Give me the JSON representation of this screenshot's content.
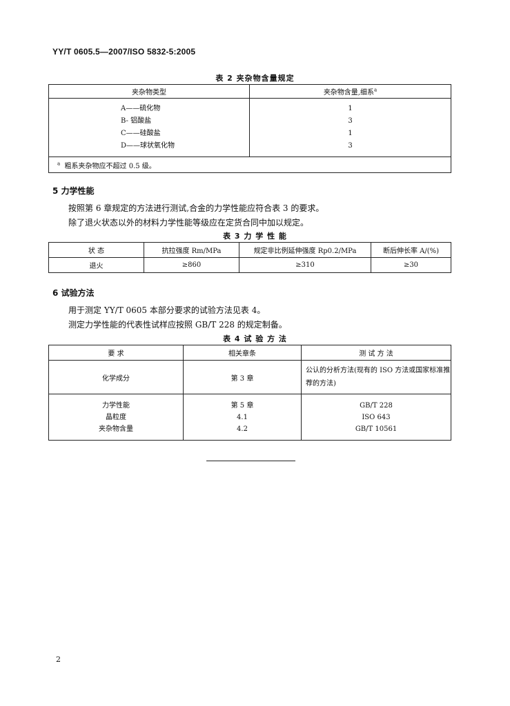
{
  "header": "YY/T 0605.5—2007/ISO 5832-5:2005",
  "table2": {
    "caption": "表 2   夹杂物含量规定",
    "col1": "夹杂物类型",
    "col2": "夹杂物含量,细系",
    "col2_note_mark": "a",
    "rows": [
      {
        "type": "A——硫化物",
        "value": "1"
      },
      {
        "type": "B-   铝酸盐",
        "value": "3"
      },
      {
        "type": "C——硅酸盐",
        "value": "1"
      },
      {
        "type": "D——球状氧化物",
        "value": "3"
      }
    ],
    "footnote_mark": "a",
    "footnote": "粗系夹杂物应不超过 0.5 级。"
  },
  "section5": {
    "heading": "5   力学性能",
    "p1": "按照第 6 章规定的方法进行测试,合金的力学性能应符合表 3 的要求。",
    "p2": "除了退火状态以外的材料力学性能等级应在定货合同中加以规定。"
  },
  "table3": {
    "caption": "表 3   力 学 性 能",
    "headers": [
      "状        态",
      "抗拉强度 Rm/MPa",
      "规定非比例延伸强度 Rp0.2/MPa",
      "断后伸长率 A/(%)"
    ],
    "row": [
      "退火",
      "≥860",
      "≥310",
      "≥30"
    ]
  },
  "section6": {
    "heading": "6   试验方法",
    "p1": "用于测定 YY/T 0605 本部分要求的试验方法见表 4。",
    "p2": "测定力学性能的代表性试样应按照 GB/T 228 的规定制备。"
  },
  "table4": {
    "caption": "表 4   试 验 方 法",
    "headers": [
      "要        求",
      "相关章条",
      "测 试 方 法"
    ],
    "row1": [
      "化学成分",
      "第 3 章",
      "公认的分析方法(现有的 ISO 方法或国家标准推荐的方法)"
    ],
    "req": [
      "力学性能",
      "晶粒度",
      "夹杂物含量"
    ],
    "clause": [
      "第 5 章",
      "4.1",
      "4.2"
    ],
    "method": [
      "GB/T 228",
      "ISO 643",
      "GB/T 10561"
    ]
  },
  "page_number": "2"
}
